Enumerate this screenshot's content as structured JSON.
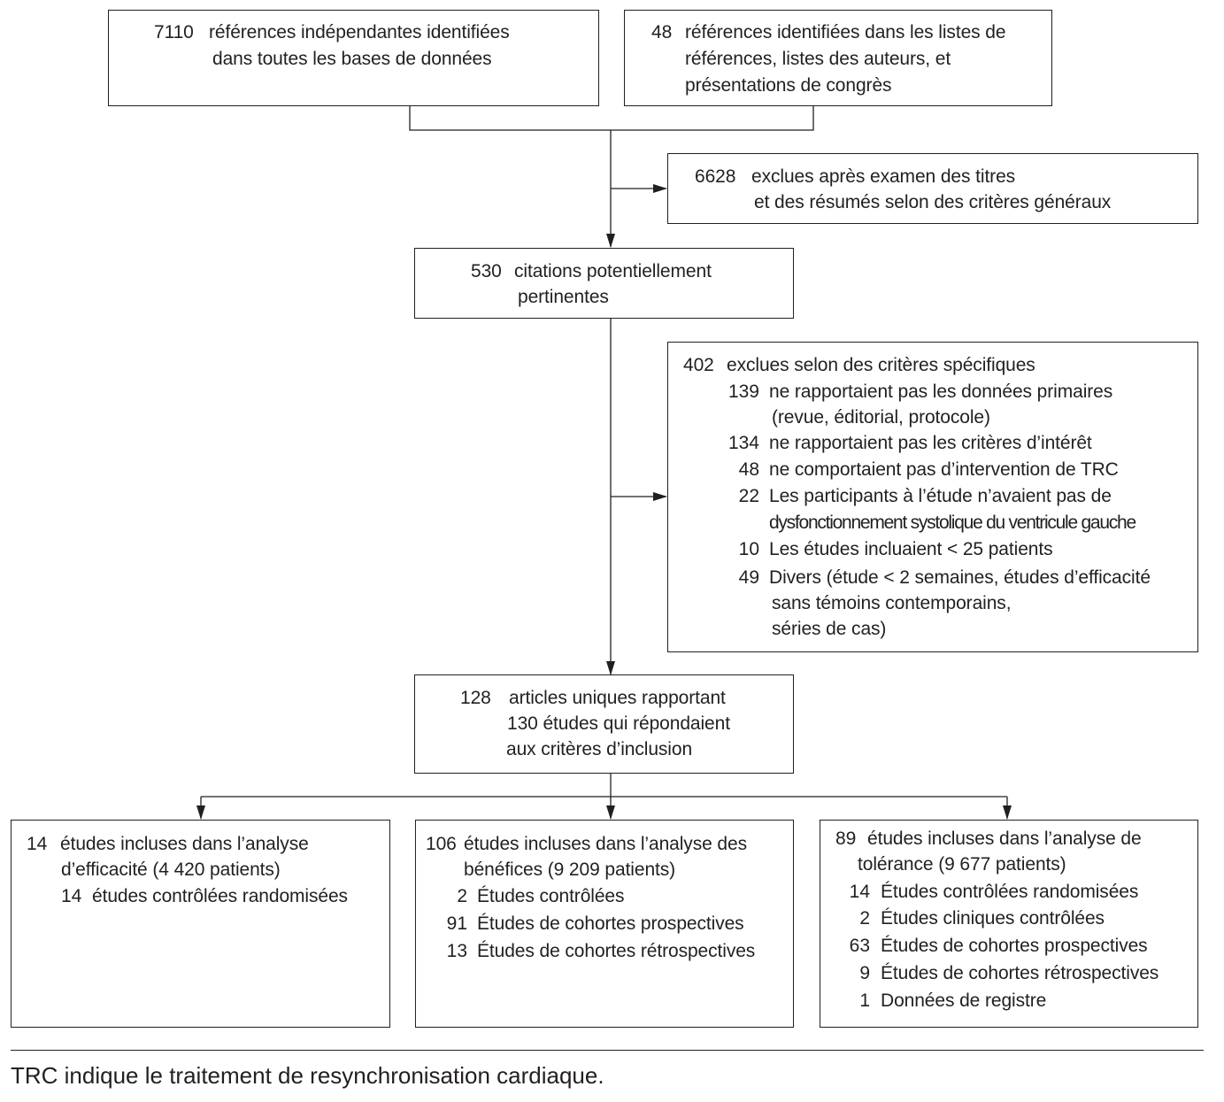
{
  "boxes": {
    "identified_databases": {
      "count": "7110",
      "line1": "références indépendantes identifiées",
      "line2": "dans toutes les bases de données"
    },
    "identified_other": {
      "count": "48",
      "line1": "références identifiées dans les listes de",
      "line2": "références, listes des auteurs, et",
      "line3": "présentations de congrès"
    },
    "excluded_titles": {
      "count": "6628",
      "line1": "exclues après examen des titres",
      "line2": "et des résumés selon des critères généraux"
    },
    "potential_citations": {
      "count": "530",
      "line1": "citations potentiellement",
      "line2": "pertinentes"
    },
    "excluded_specific": {
      "count": "402",
      "title": "exclues selon des critères spécifiques",
      "reasons": [
        {
          "count": "139",
          "lines": [
            "ne rapportaient pas les données primaires",
            "(revue, éditorial, protocole)"
          ]
        },
        {
          "count": "134",
          "lines": [
            "ne rapportaient pas les critères d’intérêt"
          ]
        },
        {
          "count": "48",
          "lines": [
            "ne comportaient pas d’intervention de TRC"
          ]
        },
        {
          "count": "22",
          "lines": [
            "Les participants à l’étude n’avaient pas de",
            "dysfonctionnement systolique du ventricule gauche"
          ]
        },
        {
          "count": "10",
          "lines": [
            "Les études incluaient < 25 patients"
          ]
        },
        {
          "count": "49",
          "lines": [
            "Divers (étude < 2 semaines, études d’efficacité",
            "sans témoins contemporains,",
            "séries de cas)"
          ]
        }
      ]
    },
    "unique_articles": {
      "count": "128",
      "line1": "articles uniques rapportant",
      "line2": "130 études qui répondaient",
      "line3": "aux critères d’inclusion"
    },
    "efficacy": {
      "count": "14",
      "line1": "études  incluses dans l’analyse",
      "line2": "d’efficacité (4 420 patients)",
      "items": [
        {
          "count": "14",
          "label": "études contrôlées randomisées"
        }
      ]
    },
    "benefits": {
      "count": "106",
      "line1": "études incluses dans l’analyse des",
      "line2": "bénéfices (9 209 patients)",
      "items": [
        {
          "count": "2",
          "label": "Études contrôlées"
        },
        {
          "count": "91",
          "label": "Études de cohortes prospectives"
        },
        {
          "count": "13",
          "label": "Études de cohortes rétrospectives"
        }
      ]
    },
    "safety": {
      "count": "89",
      "line1": "études incluses dans l’analyse de",
      "line2": "tolérance (9 677 patients)",
      "items": [
        {
          "count": "14",
          "label": "Études contrôlées randomisées"
        },
        {
          "count": "2",
          "label": "Études cliniques contrôlées"
        },
        {
          "count": "63",
          "label": "Études de cohortes prospectives"
        },
        {
          "count": "9",
          "label": "Études de cohortes rétrospectives"
        },
        {
          "count": "1",
          "label": "Données de registre"
        }
      ]
    }
  },
  "footnote": "TRC indique le traitement de resynchronisation cardiaque."
}
